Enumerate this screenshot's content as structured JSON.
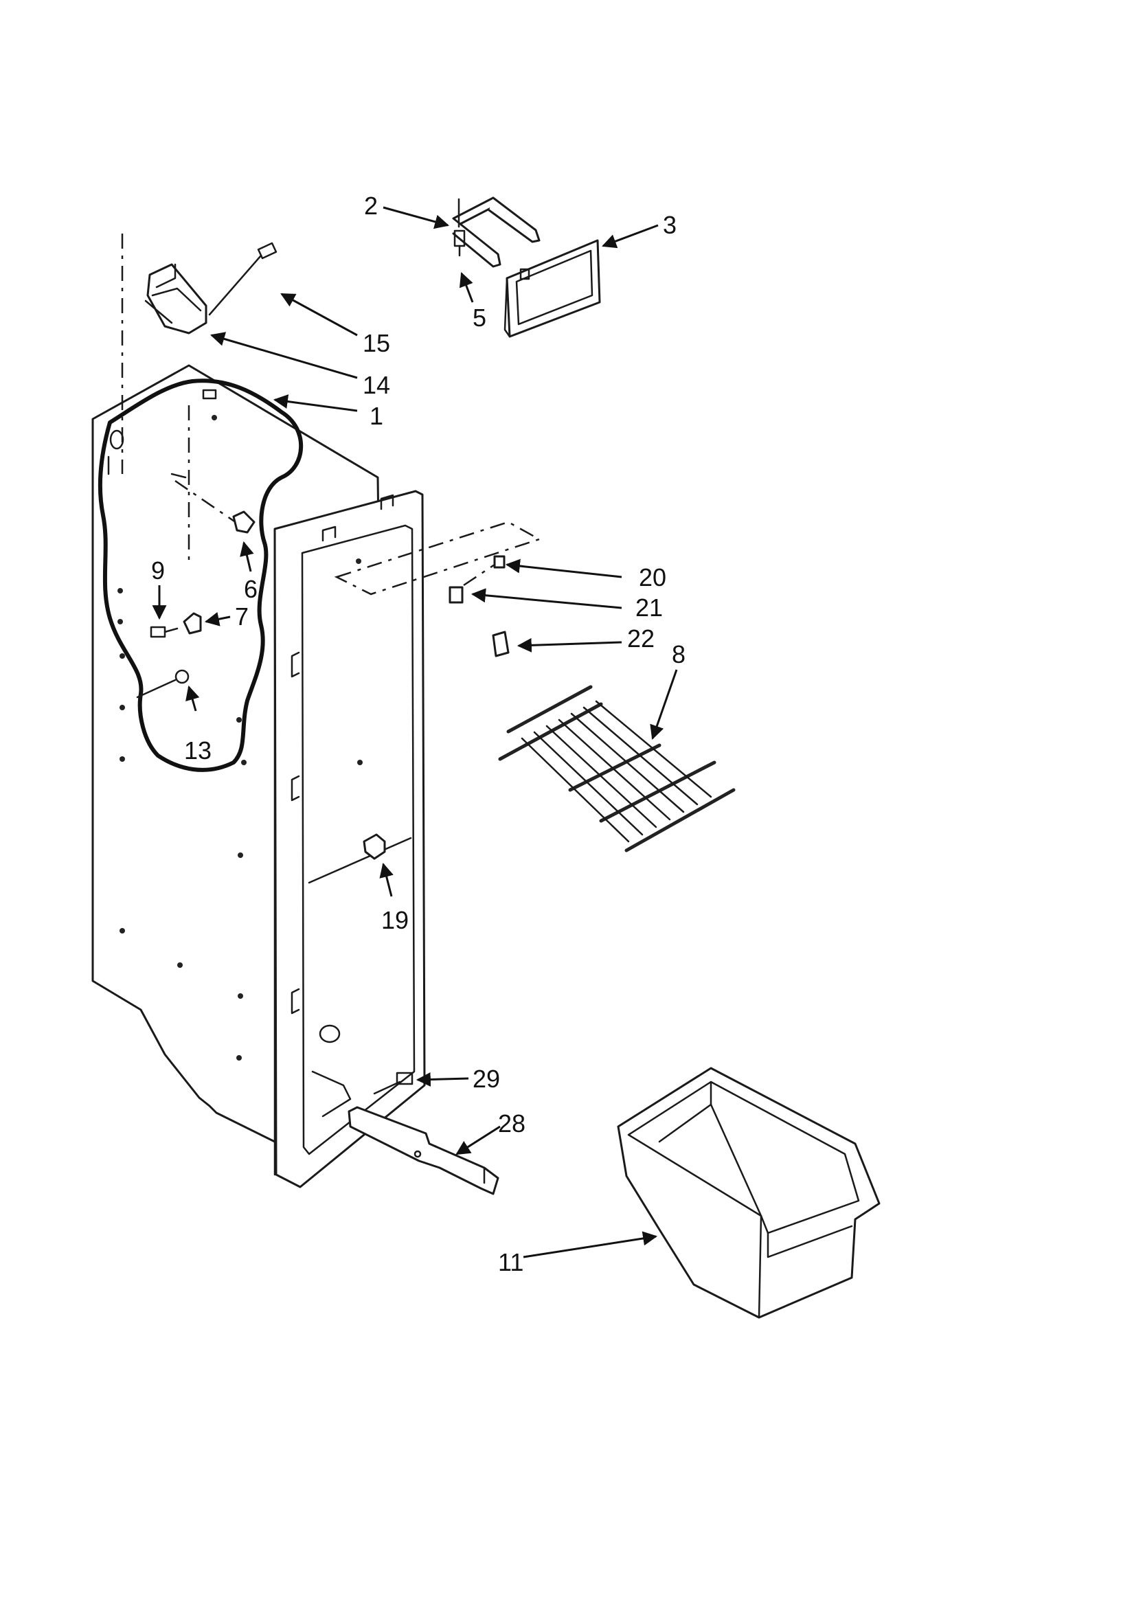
{
  "diagram": {
    "colors": {
      "line": "#1a1a1a",
      "background": "#ffffff"
    },
    "callouts": [
      {
        "id": "1",
        "label": "1"
      },
      {
        "id": "2",
        "label": "2"
      },
      {
        "id": "3",
        "label": "3"
      },
      {
        "id": "5",
        "label": "5"
      },
      {
        "id": "6",
        "label": "6"
      },
      {
        "id": "7",
        "label": "7"
      },
      {
        "id": "8",
        "label": "8"
      },
      {
        "id": "9",
        "label": "9"
      },
      {
        "id": "11",
        "label": "11"
      },
      {
        "id": "13",
        "label": "13"
      },
      {
        "id": "14",
        "label": "14"
      },
      {
        "id": "15",
        "label": "15"
      },
      {
        "id": "19",
        "label": "19"
      },
      {
        "id": "20",
        "label": "20"
      },
      {
        "id": "21",
        "label": "21"
      },
      {
        "id": "22",
        "label": "22"
      },
      {
        "id": "28",
        "label": "28"
      },
      {
        "id": "29",
        "label": "29"
      }
    ]
  }
}
